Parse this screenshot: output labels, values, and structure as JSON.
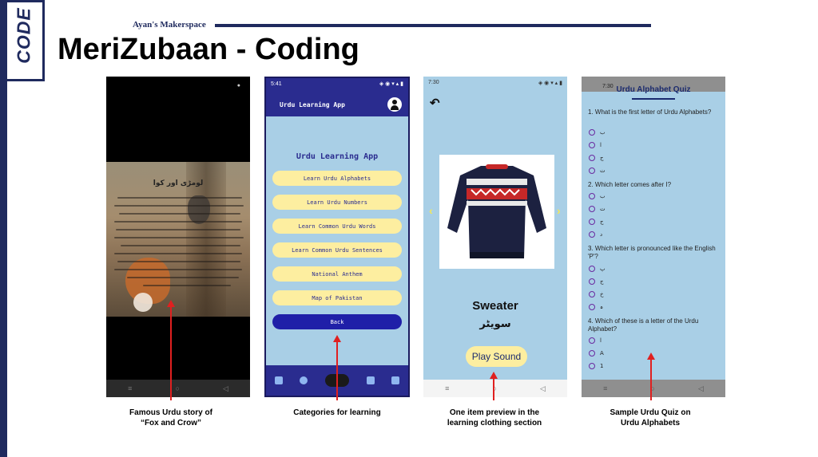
{
  "header": {
    "code_tab": "CODE",
    "brand": "Ayan's Makerspace",
    "title": "MeriZubaan - Coding"
  },
  "colors": {
    "navy": "#1f2a5e",
    "arrow": "#e02020",
    "screen_bg": "#a9cfe6",
    "button_yellow": "#fdeea0",
    "appbar": "#2a2c8f"
  },
  "nav_icons": {
    "recent": "≡",
    "home": "○",
    "back": "◁"
  },
  "screen1": {
    "heading": "لومڑی اور کوا",
    "dot": "●",
    "caption": "Famous Urdu story of\n“Fox and Crow”"
  },
  "screen2": {
    "status_time": "5:41",
    "status_icons": "◈ ◉ ▾ ▴ ▮",
    "app_title": "Urdu Learning App",
    "heading": "Urdu Learning App",
    "buttons": [
      "Learn Urdu Alphabets",
      "Learn Urdu Numbers",
      "Learn Common Urdu Words",
      "Learn Common Urdu Sentences",
      "National Anthem",
      "Map of Pakistan",
      "Back"
    ],
    "caption": "Categories for learning"
  },
  "screen3": {
    "status_time": "7:30",
    "status_icons": "◈ ◉ ▾ ▴ ▮",
    "back_icon": "↶",
    "prev_icon": "‹",
    "next_icon": "›",
    "word": "Sweater",
    "urdu_word": "سویٹر",
    "play_button": "Play Sound",
    "caption": "One item preview in the\nlearning clothing section"
  },
  "screen4": {
    "status_time": "7:30",
    "title": "Urdu Alphabet Quiz",
    "questions": [
      {
        "text": "1. What is the first letter of Urdu Alphabets?",
        "options": [
          "ب",
          "ا",
          "ج",
          "ت"
        ]
      },
      {
        "text": "2. Which letter comes after ا?",
        "options": [
          "ب",
          "ت",
          "ج",
          "د"
        ]
      },
      {
        "text": "3. Which letter is pronounced like the English 'P'?",
        "options": [
          "پ",
          "ج",
          "خ",
          "ہ"
        ]
      },
      {
        "text": "4. Which of these is a letter of the Urdu Alphabet?",
        "options": [
          "ا",
          "A",
          "1"
        ]
      }
    ],
    "caption": "Sample Urdu Quiz on\nUrdu Alphabets"
  }
}
